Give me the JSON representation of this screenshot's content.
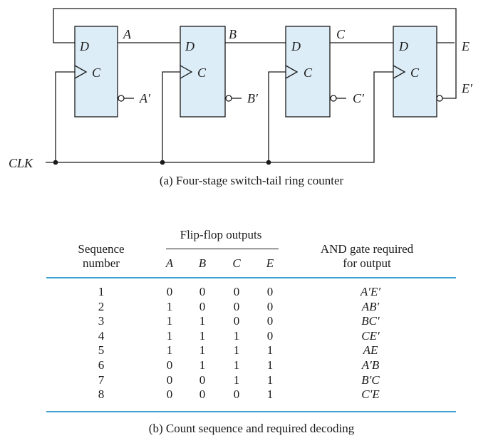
{
  "circuit": {
    "caption": "(a) Four-stage switch-tail ring counter",
    "clock_label": "CLK",
    "d_label": "D",
    "c_label": "C",
    "stages": [
      {
        "q": "A",
        "qbar": "A′"
      },
      {
        "q": "B",
        "qbar": "B′"
      },
      {
        "q": "C",
        "qbar": "C′"
      },
      {
        "q": "E",
        "qbar": "E′"
      }
    ],
    "colors": {
      "flipflop_fill": "#dcedf7",
      "rule": "#3fa0d4",
      "ink": "#1a1a1a"
    }
  },
  "table": {
    "caption": "(b) Count sequence and required decoding",
    "sequence_header": [
      "Sequence",
      "number"
    ],
    "group_header": "Flip-flop outputs",
    "columns": [
      "A",
      "B",
      "C",
      "E"
    ],
    "and_header": [
      "AND gate required",
      "for output"
    ],
    "rows": [
      {
        "n": "1",
        "A": "0",
        "B": "0",
        "C": "0",
        "E": "0",
        "gate": "A′E′"
      },
      {
        "n": "2",
        "A": "1",
        "B": "0",
        "C": "0",
        "E": "0",
        "gate": "AB′"
      },
      {
        "n": "3",
        "A": "1",
        "B": "1",
        "C": "0",
        "E": "0",
        "gate": "BC′"
      },
      {
        "n": "4",
        "A": "1",
        "B": "1",
        "C": "1",
        "E": "0",
        "gate": "CE′"
      },
      {
        "n": "5",
        "A": "1",
        "B": "1",
        "C": "1",
        "E": "1",
        "gate": "AE"
      },
      {
        "n": "6",
        "A": "0",
        "B": "1",
        "C": "1",
        "E": "1",
        "gate": "A′B"
      },
      {
        "n": "7",
        "A": "0",
        "B": "0",
        "C": "1",
        "E": "1",
        "gate": "B′C"
      },
      {
        "n": "8",
        "A": "0",
        "B": "0",
        "C": "0",
        "E": "1",
        "gate": "C′E"
      }
    ]
  }
}
